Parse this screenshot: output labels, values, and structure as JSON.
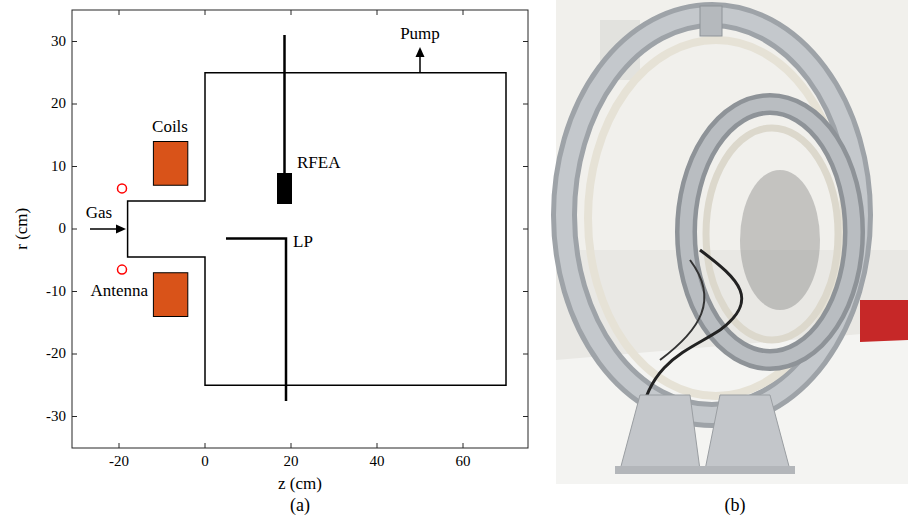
{
  "diagram": {
    "labels": [
      "Pump",
      "RFEA",
      "Coils",
      "Gas",
      "LP",
      "Antenna",
      "30",
      "20",
      "10",
      "0",
      "-10",
      "-20",
      "-30",
      "r (cm)",
      "-20",
      "0",
      "20",
      "40",
      "60",
      "z (cm)",
      "(a)",
      "(b)"
    ]
  }
}
